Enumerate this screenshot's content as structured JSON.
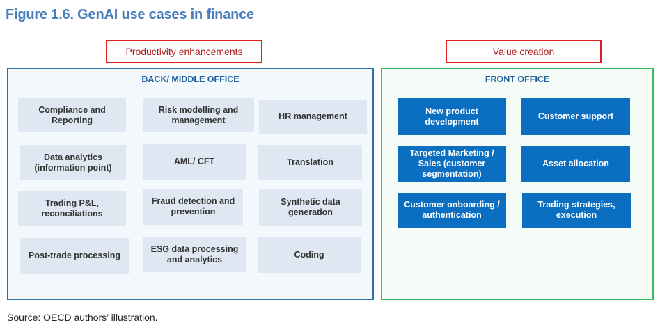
{
  "figure_title": "Figure 1.6. GenAI use cases in finance",
  "categories": {
    "productivity": "Productivity enhancements",
    "value": "Value creation"
  },
  "back_office": {
    "heading": "BACK/ MIDDLE OFFICE",
    "items": [
      "Compliance and\nReporting",
      "Risk modelling and\nmanagement",
      "HR management",
      "Data analytics\n(information point)",
      "AML/ CFT",
      "Translation",
      "Trading P&L,\nreconciliations",
      "Fraud detection and\nprevention",
      "Synthetic data\ngeneration",
      "Post-trade processing",
      "ESG data processing\nand analytics",
      "Coding"
    ]
  },
  "front_office": {
    "heading": "FRONT OFFICE",
    "items": [
      "New product\ndevelopment",
      "Customer support",
      "Targeted Marketing /\nSales (customer\nsegmentation)",
      "Asset allocation",
      "Customer onboarding /\nauthentication",
      "Trading strategies,\nexecution"
    ]
  },
  "source": "Source: OECD authors’ illustration.",
  "colors": {
    "title": "#4a7ebb",
    "category_border": "#e02020",
    "back_border": "#2e6fa7",
    "front_border": "#3cb95a",
    "light_box": "#dfe8f2",
    "blue_box": "#0b6fc1"
  }
}
